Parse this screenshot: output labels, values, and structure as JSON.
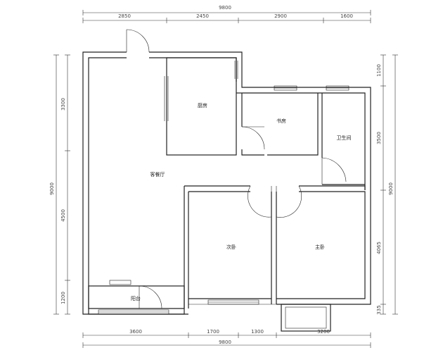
{
  "dimensions": {
    "top_total": "9800",
    "top_segments": [
      "2850",
      "2450",
      "2900",
      "1600"
    ],
    "bottom_segments": [
      "3600",
      "1700",
      "1300",
      "3200"
    ],
    "bottom_total": "9800",
    "left_total": "9000",
    "left_segments": [
      "3300",
      "4500",
      "1200"
    ],
    "right_total": "9000",
    "right_segments": [
      "1100",
      "3500",
      "4065",
      "335"
    ]
  },
  "rooms": {
    "kitchen": "厨房",
    "study": "书房",
    "bathroom": "卫生间",
    "living_dining": "客餐厅",
    "second_bedroom": "次卧",
    "master_bedroom": "主卧",
    "balcony": "阳台"
  }
}
